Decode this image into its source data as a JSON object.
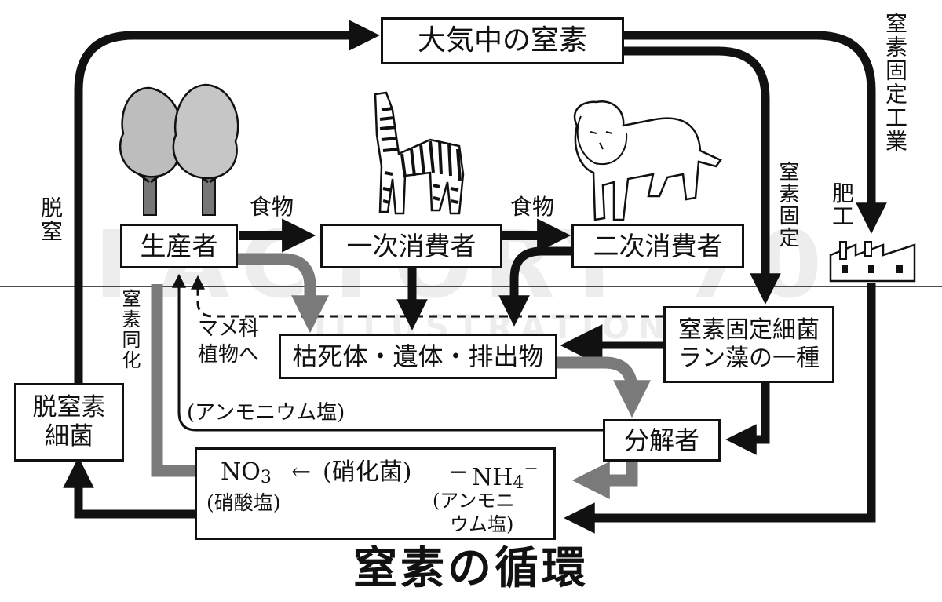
{
  "title": "窒素の循環",
  "nodes": {
    "atmosphere": "大気中の窒素",
    "producer": "生産者",
    "primary": "一次消費者",
    "secondary": "二次消費者",
    "detritus": "枯死体・遺体・排出物",
    "decomposer": "分解者",
    "fixers_1": "窒素固定細菌",
    "fixers_2": "ラン藻の一種",
    "denitrifier_1": "脱窒素",
    "denitrifier_2": "細菌"
  },
  "soil": {
    "no3": "NO",
    "no3_sub": "3",
    "no3_name": "(硝酸塩)",
    "arrow": "←",
    "nitrifier": "(硝化菌)",
    "dash": "−",
    "nh4": "NH",
    "nh4_sub": "4",
    "nh4_sup": "−",
    "nh4_name_1": "(アンモニ",
    "nh4_name_2": "ウム塩)"
  },
  "labels": {
    "food_1": "食物",
    "food_2": "食物",
    "denitrification": "脱窒",
    "assimilation": "窒素同化",
    "nitrogen_fixation": "窒素固定",
    "industrial_fixation": "窒素固定工業",
    "fertilizer_factory": "肥工",
    "legume_1": "マメ科",
    "legume_2": "植物へ",
    "ammonium": "(アンモニウム塩)"
  },
  "watermark": {
    "line1": "FACTORY 70",
    "line2": "ILLUSTRATION"
  },
  "colors": {
    "black": "#111111",
    "gray": "#7a7a7a"
  }
}
